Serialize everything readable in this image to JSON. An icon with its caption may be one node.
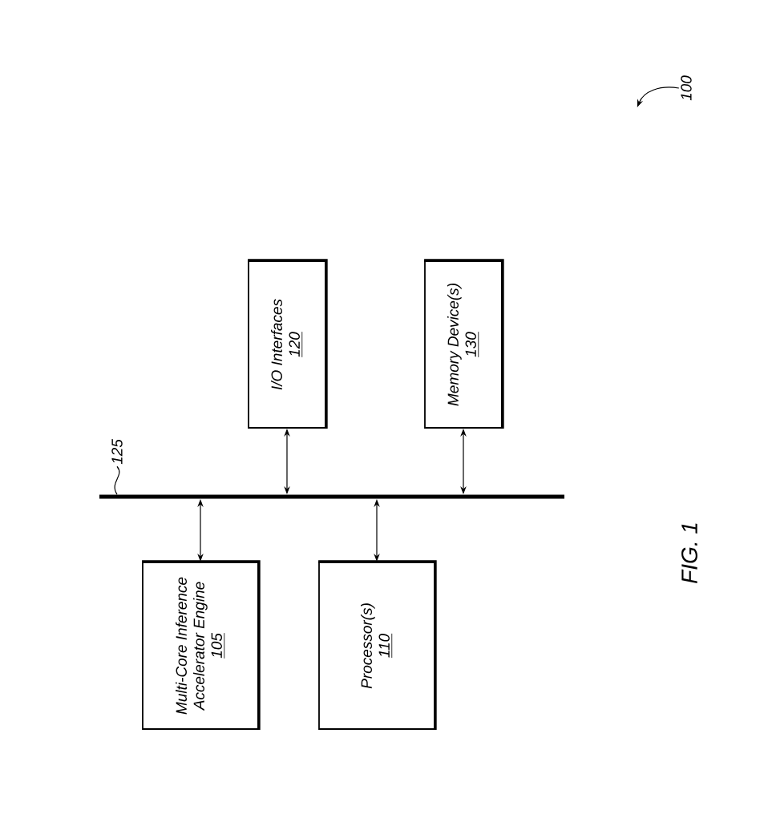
{
  "diagram": {
    "caption": "FIG. 1",
    "nodes": [
      {
        "text": [],
        "shape": "bar"
      },
      {
        "text": [
          "Multi-Core Inference Accelerator Engine",
          "105"
        ]
      },
      {
        "text": [
          "Processor(s)",
          "110"
        ]
      },
      {
        "text": [
          "I/O Interfaces",
          "120"
        ]
      },
      {
        "text": [
          "Memory Device(s)",
          "130"
        ]
      },
      {
        "text": [
          "125"
        ]
      },
      {
        "text": [
          "100"
        ]
      }
    ],
    "edges": [
      {
        "from": 0,
        "to": 1,
        "arrow": "both"
      },
      {
        "from": 0,
        "to": 2,
        "arrow": "both"
      },
      {
        "from": 0,
        "to": 3,
        "arrow": "both"
      },
      {
        "from": 0,
        "to": 4,
        "arrow": "both"
      },
      {
        "from": 5,
        "to": 0,
        "arrow": "none"
      },
      {
        "from": 6,
        "to": null,
        "arrow": "to"
      }
    ]
  }
}
